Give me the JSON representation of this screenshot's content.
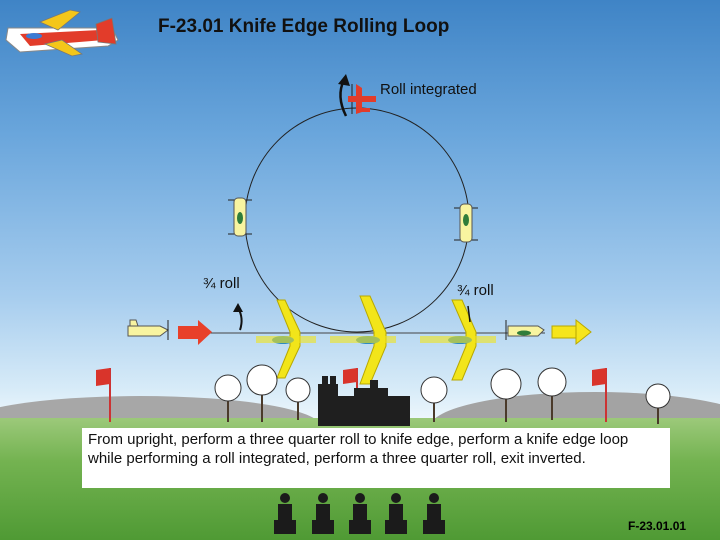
{
  "title": "F-23.01 Knife Edge Rolling Loop",
  "labels": {
    "roll_integrated": "Roll integrated",
    "three_quarter_roll_left": "¾ roll",
    "three_quarter_roll_right": "¾ roll"
  },
  "description": "From upright, perform a three quarter roll to knife edge, perform a knife edge loop while performing a roll integrated, perform a three quarter roll, exit inverted.",
  "code": "F-23.01.01",
  "colors": {
    "sky_top": "#3f84c6",
    "ground": "#5aa43c",
    "entry_arrow": "#e8402a",
    "exit_arrow": "#f6e51c",
    "plane_yellow": "#f2e51a",
    "flag_red": "#d9342b"
  }
}
